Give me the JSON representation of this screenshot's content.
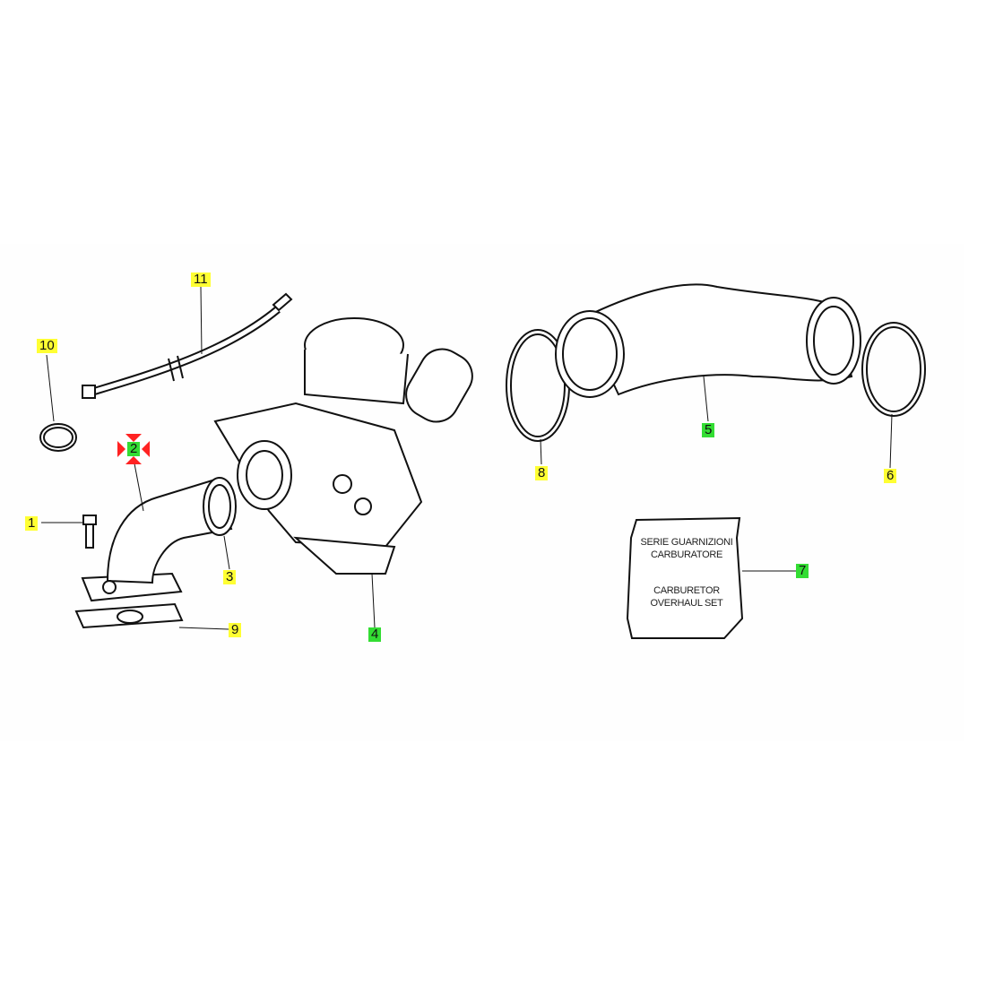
{
  "callouts": [
    {
      "number": "1",
      "highlight": "yellow"
    },
    {
      "number": "2",
      "highlight": "green",
      "selected": true
    },
    {
      "number": "3",
      "highlight": "yellow"
    },
    {
      "number": "4",
      "highlight": "green"
    },
    {
      "number": "5",
      "highlight": "green"
    },
    {
      "number": "6",
      "highlight": "yellow"
    },
    {
      "number": "7",
      "highlight": "green"
    },
    {
      "number": "8",
      "highlight": "yellow"
    },
    {
      "number": "9",
      "highlight": "yellow"
    },
    {
      "number": "10",
      "highlight": "yellow"
    },
    {
      "number": "11",
      "highlight": "yellow"
    }
  ],
  "kit_label": {
    "it_line1": "SERIE GUARNIZIONI",
    "it_line2": "CARBURATORE",
    "en_line1": "CARBURETOR",
    "en_line2": "OVERHAUL SET"
  },
  "colors": {
    "yellow": "#ffff33",
    "green": "#33dd33",
    "selection": "#ff2222"
  }
}
